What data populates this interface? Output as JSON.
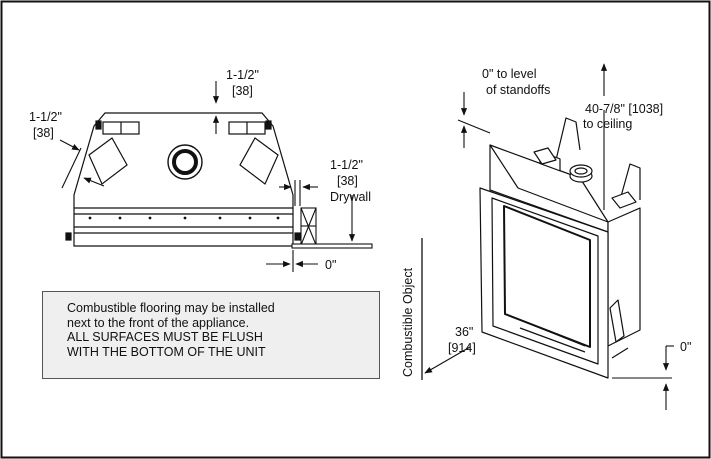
{
  "left_view": {
    "top_clearance": [
      "1-1/2\"",
      "[38]"
    ],
    "side_clearance": [
      "1-1/2\"",
      "[38]"
    ],
    "drywall_clearance": [
      "1-1/2\"",
      "[38]"
    ],
    "drywall_label": "Drywall",
    "floor_clearance": "0\""
  },
  "note": {
    "lines": [
      "Combustible flooring may be installed",
      "next to the front of the appliance.",
      "ALL SURFACES MUST BE FLUSH",
      "WITH THE BOTTOM OF THE UNIT"
    ]
  },
  "right_view": {
    "standoffs_label": [
      "0\" to level",
      "of standoffs"
    ],
    "ceiling_label": [
      "40-7/8\" [1038]",
      "to ceiling"
    ],
    "combustible_object": "Combustible Object",
    "side_distance": [
      "36\"",
      "[914]"
    ],
    "bottom_clearance": "0\""
  }
}
